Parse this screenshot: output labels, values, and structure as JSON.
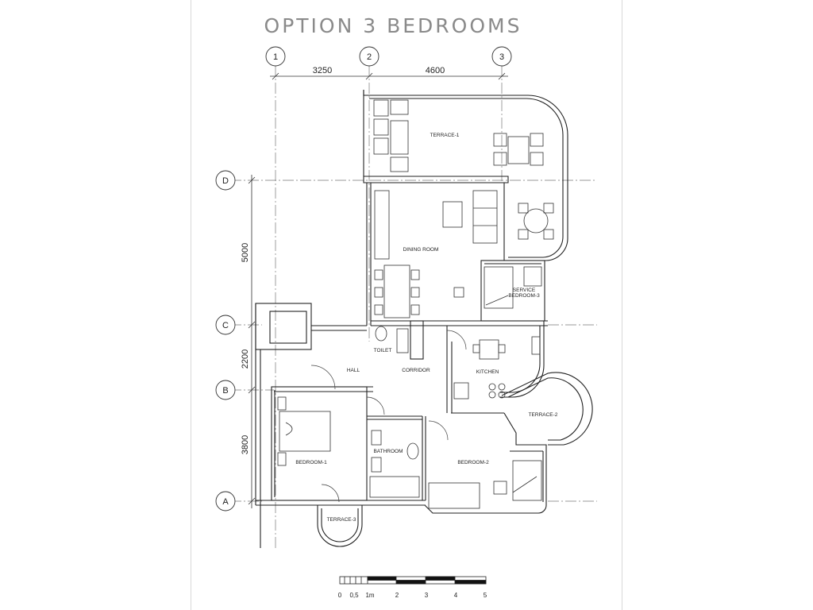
{
  "title": "OPTION 3 BEDROOMS",
  "grid": {
    "columns": [
      "1",
      "2",
      "3"
    ],
    "rows": [
      "D",
      "C",
      "B",
      "A"
    ]
  },
  "dimensions": {
    "top": [
      "3250",
      "4600"
    ],
    "left": [
      "5000",
      "2200",
      "3800"
    ]
  },
  "rooms": {
    "terrace_1": "TERRACE-1",
    "dining_room": "DINING ROOM",
    "service_bedroom_line1": "SERVICE",
    "service_bedroom_line2": "BEDROOM-3",
    "toilet": "TOILET",
    "hall": "HALL",
    "corridor": "CORRIDOR",
    "kitchen": "KITCHEN",
    "terrace_2": "TERRACE-2",
    "bedroom_1": "BEDROOM-1",
    "bathroom": "BATHROOM",
    "bedroom_2": "BEDROOM-2",
    "terrace_3": "TERRACE-3"
  },
  "scale_bar": {
    "labels": [
      "0",
      "0,5",
      "1m",
      "2",
      "3",
      "4",
      "5"
    ]
  }
}
